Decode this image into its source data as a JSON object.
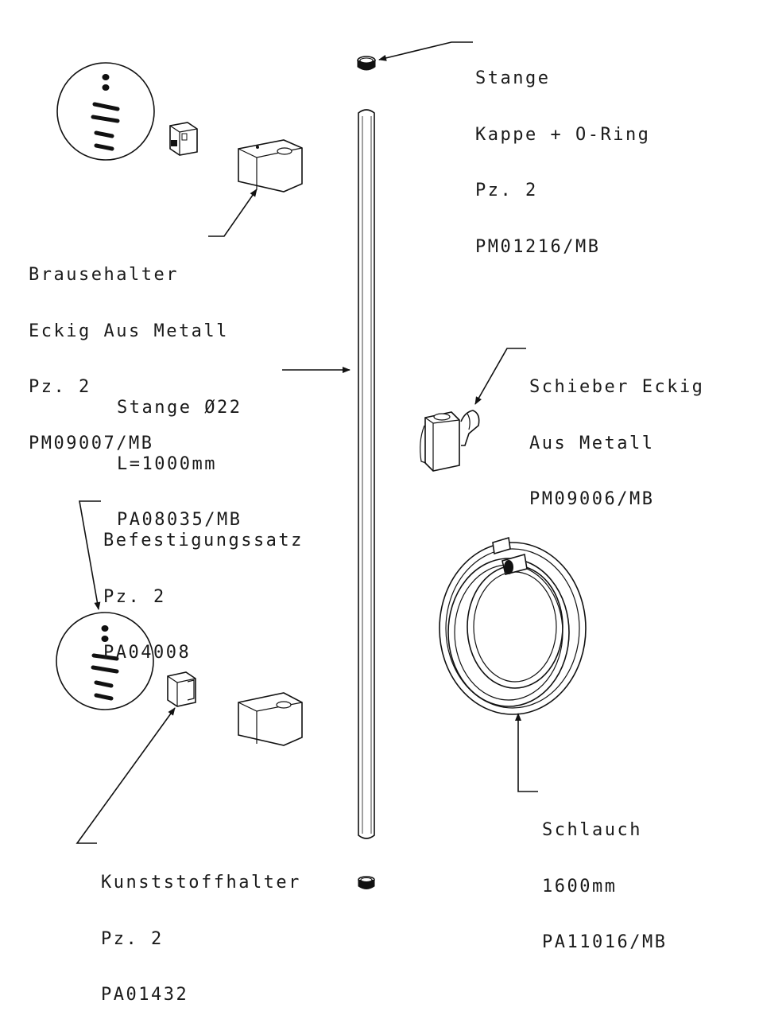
{
  "labels": {
    "end_cap": {
      "line1": "Stange",
      "line2": "Kappe + O-Ring",
      "line3": "Pz. 2",
      "line4": "PM01216/MB"
    },
    "shower_holder": {
      "line1": "Brausehalter",
      "line2": "Eckig Aus Metall",
      "line3": "Pz. 2",
      "line4": "PM09007/MB"
    },
    "rod": {
      "line1": "Stange Ø22",
      "line2": "L=1000mm",
      "line3": "PA08035/MB"
    },
    "slider": {
      "line1": "Schieber Eckig",
      "line2": "Aus Metall",
      "line3": "PM09006/MB"
    },
    "fixing_set": {
      "line1": "Befestigungssatz",
      "line2": "Pz. 2",
      "line3": "PA04008"
    },
    "hose": {
      "line1": "Schlauch",
      "line2": "1600mm",
      "line3": "PA11016/MB"
    },
    "plastic_holder": {
      "line1": "Kunststoffhalter",
      "line2": "Pz. 2",
      "line3": "PA01432"
    }
  },
  "colors": {
    "line": "#111111",
    "background": "#ffffff"
  }
}
